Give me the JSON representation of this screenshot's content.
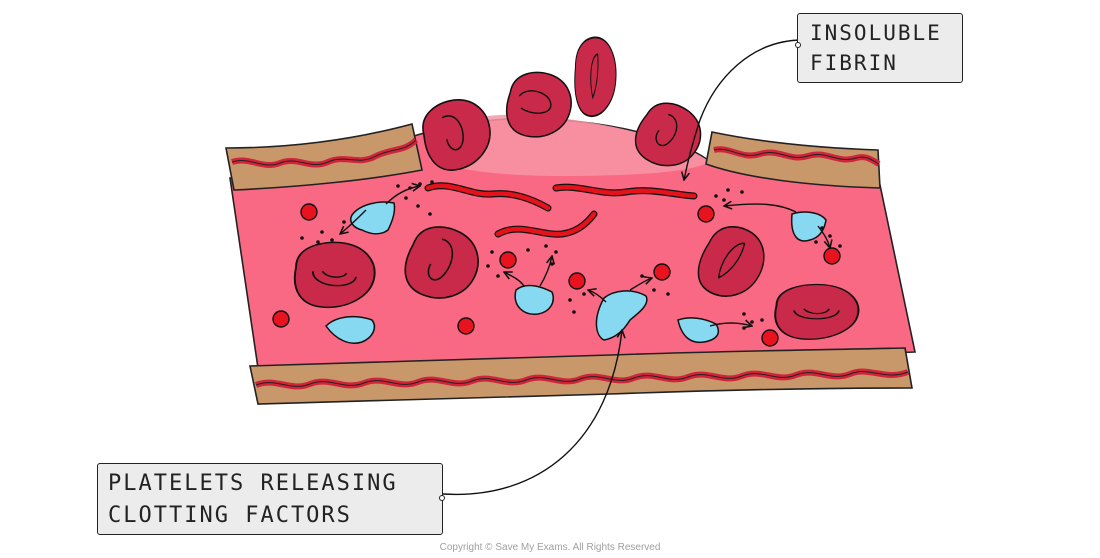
{
  "labels": {
    "fibrin": [
      "INSOLUBLE",
      "FIBRIN"
    ],
    "platelets": [
      "PLATELETS RELEASING",
      "CLOTTING FACTORS"
    ]
  },
  "footer": {
    "copyright": "Copyright © Save My Exams. All Rights Reserved"
  },
  "colors": {
    "blood": "#f96984",
    "wound_clot": "#f797a6",
    "vessel_wall": "#c8976a",
    "wall_wave": "#d1243a",
    "red_blood_cell": "#c92a49",
    "fibrin_thread": "#e5111b",
    "platelet": "#86d9f1",
    "dot_cell": "#e9121f"
  },
  "icons": {
    "label_hole": "circle",
    "arrow": "arrow-head"
  }
}
